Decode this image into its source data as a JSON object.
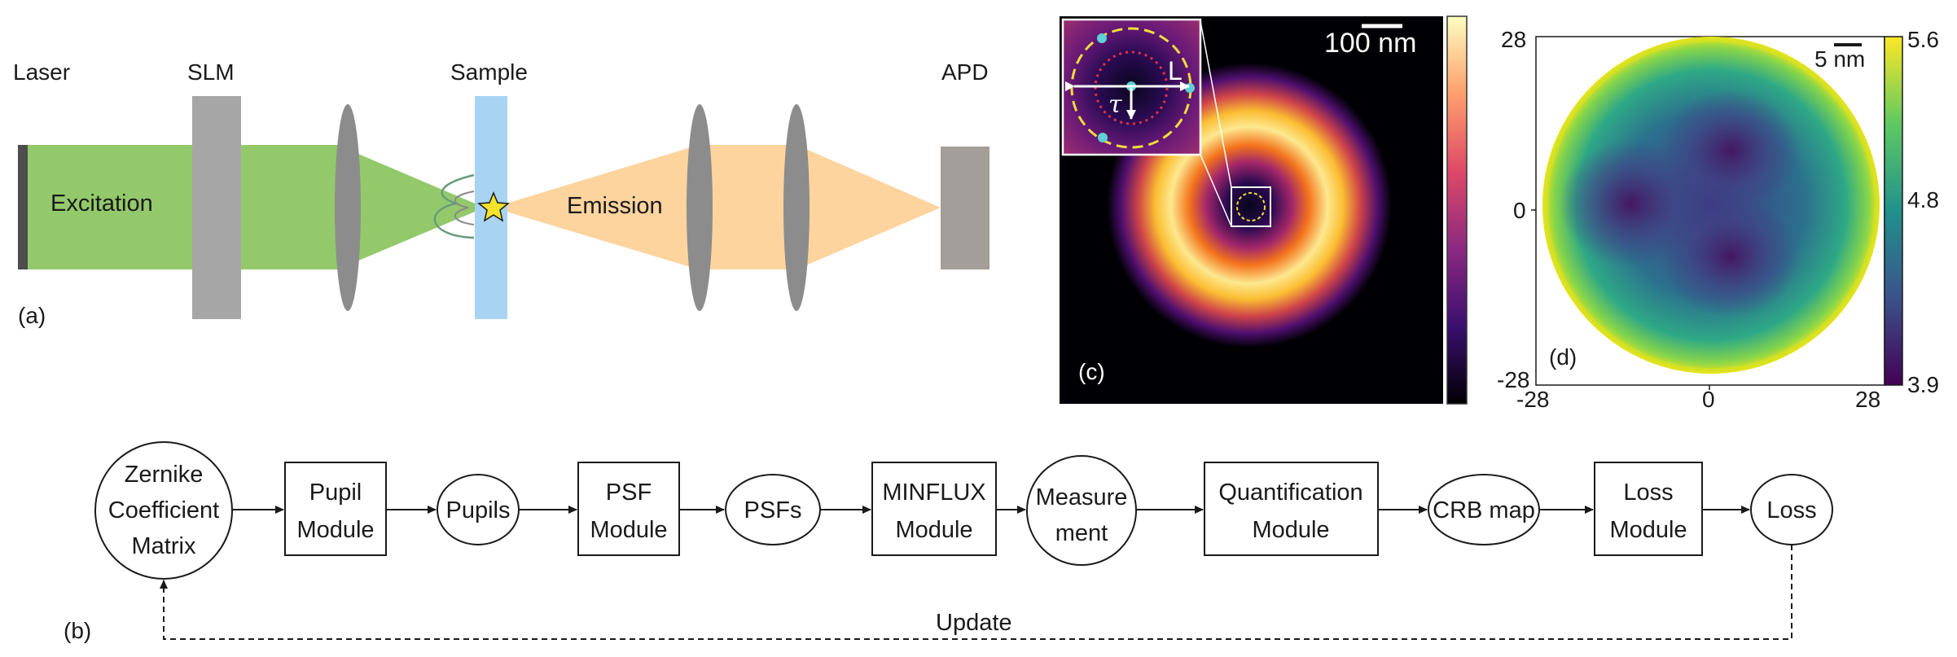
{
  "panel_a": {
    "label": "(a)",
    "laser": "Laser",
    "slm": "SLM",
    "sample": "Sample",
    "apd": "APD",
    "excitation": "Excitation",
    "emission": "Emission",
    "colors": {
      "excitation": "#93c96b",
      "emission": "#fdd49e",
      "slm": "#a6a6a6",
      "sample": "#a8d4f2",
      "lens": "#8c8c8c",
      "apd": "#a39e99"
    }
  },
  "panel_c": {
    "label": "(c)",
    "scale_bar": "100 nm",
    "inset_L": "L",
    "inset_tau": "τ"
  },
  "panel_d": {
    "label": "(d)",
    "scale_bar": "5 nm",
    "y_ticks": [
      "28",
      "0",
      "-28"
    ],
    "x_ticks": [
      "-28",
      "0",
      "28"
    ],
    "colorbar_ticks": [
      "5.6",
      "4.8",
      "3.9"
    ]
  },
  "panel_b": {
    "label": "(b)",
    "nodes": [
      {
        "lines": [
          "Zernike",
          "Coefficient",
          "Matrix"
        ]
      },
      {
        "lines": [
          "Pupil",
          "Module"
        ]
      },
      {
        "lines": [
          "Pupils"
        ]
      },
      {
        "lines": [
          "PSF",
          "Module"
        ]
      },
      {
        "lines": [
          "PSFs"
        ]
      },
      {
        "lines": [
          "MINFLUX",
          "Module"
        ]
      },
      {
        "lines": [
          "Measure",
          "ment"
        ]
      },
      {
        "lines": [
          "Quantification",
          "Module"
        ]
      },
      {
        "lines": [
          "CRB map"
        ]
      },
      {
        "lines": [
          "Loss",
          "Module"
        ]
      },
      {
        "lines": [
          "Loss"
        ]
      }
    ],
    "feedback": "Update"
  }
}
